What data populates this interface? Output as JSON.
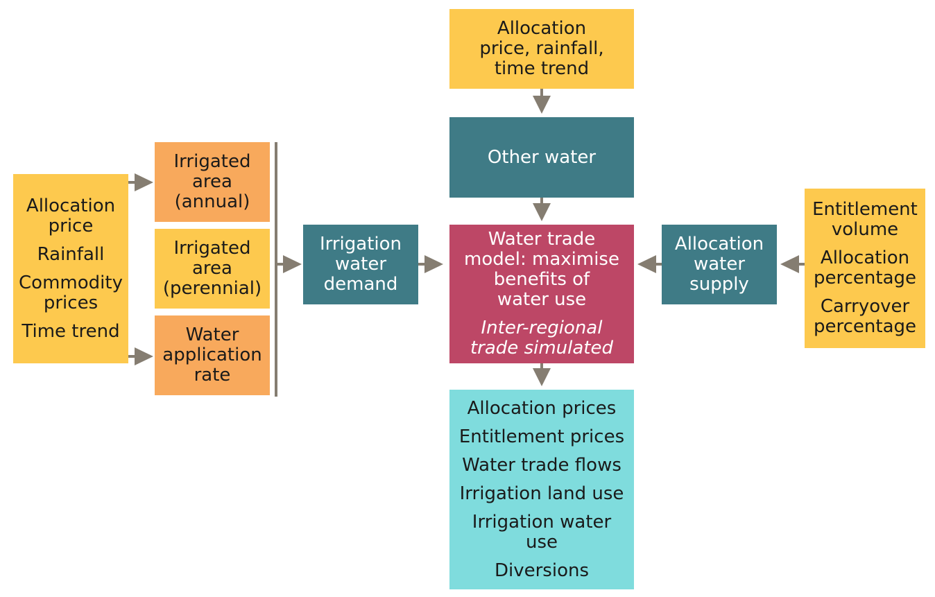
{
  "inputs_left": {
    "line1": "Allocation",
    "line2": "price",
    "line3": "Rainfall",
    "line4": "Commodity",
    "line5": "prices",
    "line6": "Time trend"
  },
  "irrigated_annual": {
    "line1": "Irrigated",
    "line2": "area",
    "line3": "(annual)"
  },
  "irrigated_perennial": {
    "line1": "Irrigated",
    "line2": "area",
    "line3": "(perennial)"
  },
  "water_application": {
    "line1": "Water",
    "line2": "application",
    "line3": "rate"
  },
  "irrigation_demand": {
    "line1": "Irrigation",
    "line2": "water",
    "line3": "demand"
  },
  "top_inputs": {
    "line1": "Allocation",
    "line2": "price, rainfall,",
    "line3": "time trend"
  },
  "other_water": {
    "label": "Other water"
  },
  "trade_model": {
    "line1": "Water trade",
    "line2": "model: maximise",
    "line3": "benefits of",
    "line4": "water use",
    "line5": "Inter-regional",
    "line6": "trade simulated"
  },
  "allocation_supply": {
    "line1": "Allocation",
    "line2": "water",
    "line3": "supply"
  },
  "inputs_right": {
    "line1": "Entitlement",
    "line2": "volume",
    "line3": "Allocation",
    "line4": "percentage",
    "line5": "Carryover",
    "line6": "percentage"
  },
  "outputs": {
    "line1": "Allocation prices",
    "line2": "Entitlement prices",
    "line3": "Water trade flows",
    "line4": "Irrigation land use",
    "line5": "Irrigation water",
    "line6": "use",
    "line7": "Diversions"
  },
  "colors": {
    "yellow": "#fdc94e",
    "orange": "#f8a95c",
    "teal": "#3f7b86",
    "red": "#bd4766",
    "cyan": "#7fdcdd",
    "arrow": "#857d71"
  }
}
